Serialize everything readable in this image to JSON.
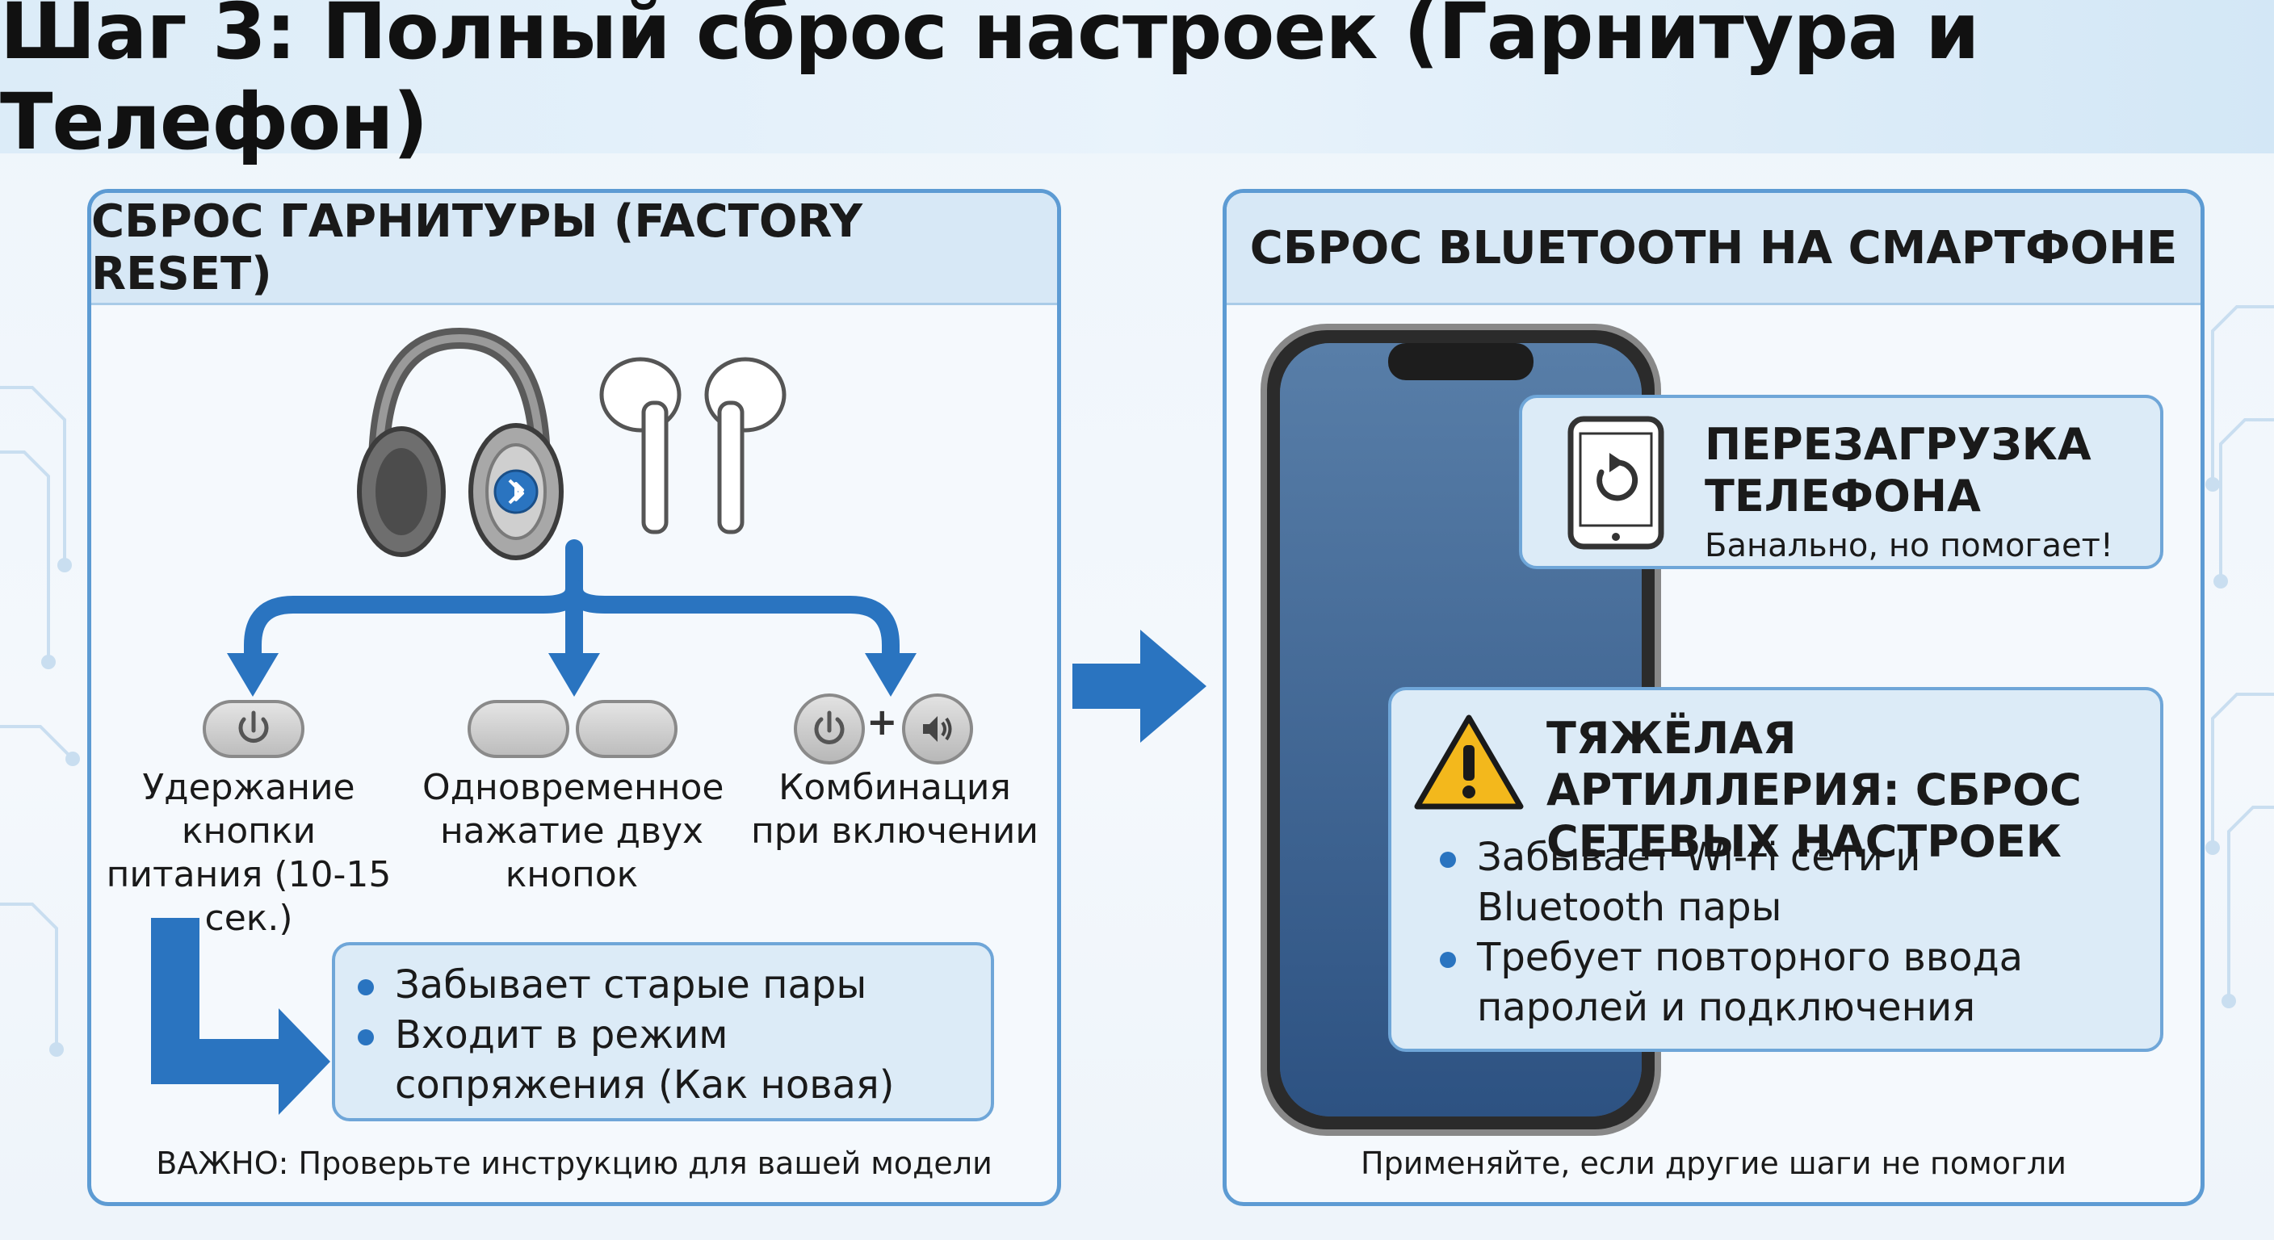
{
  "title": "Шаг 3: Полный сброс настроек (Гарнитура и Телефон)",
  "left_panel": {
    "header": "СБРОС ГАРНИТУРЫ (FACTORY RESET)",
    "methods": [
      {
        "label": "Удержание кнопки питания (10-15 сек.)"
      },
      {
        "label": "Одновременное нажатие двух кнопок"
      },
      {
        "label": "Комбинация при включении"
      }
    ],
    "plus_sign": "+",
    "results": [
      "Забывает старые пары",
      "Входит в режим сопряжения (Как новая)"
    ],
    "note": "ВАЖНО: Проверьте инструкцию для вашей модели"
  },
  "right_panel": {
    "header": "СБРОС BLUETOOTH НА СМАРТФОНЕ",
    "restart_card": {
      "title": "ПЕРЕЗАГРУЗКА ТЕЛЕФОНА",
      "subtitle": "Банально, но помогает!"
    },
    "network_card": {
      "title": "ТЯЖЁЛАЯ АРТИЛЛЕРИЯ: СБРОС СЕТЕВЫХ НАСТРОЕК",
      "bullets": [
        "Забывает Wi-Fi сети и Bluetooth пары",
        "Требует повторного ввода паролей и подключения"
      ]
    },
    "note": "Применяйте, если другие шаги не помогли"
  },
  "colors": {
    "accent": "#2a74c0",
    "panel_border": "#5d9bd3",
    "warning": "#f3b81c"
  },
  "icons": [
    "headphones-icon",
    "earbuds-icon",
    "bluetooth-icon",
    "power-icon",
    "volume-icon",
    "arrow-right-icon",
    "restart-icon",
    "warning-icon",
    "smartphone-icon"
  ]
}
